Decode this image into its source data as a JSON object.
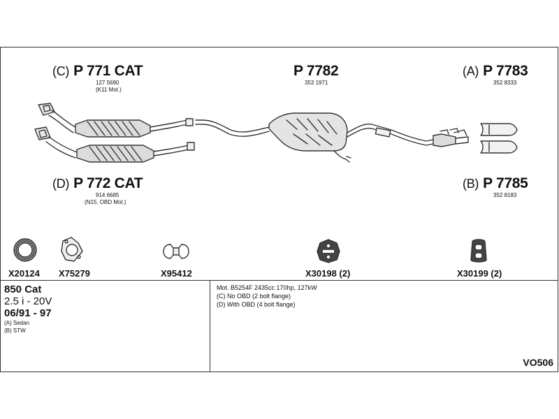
{
  "parts": {
    "p771": {
      "prefix": "(C)",
      "title": "P 771 CAT",
      "number": "127 5690",
      "note": "(K11 Mot.)"
    },
    "p7782": {
      "prefix": "",
      "title": "P 7782",
      "number": "353 1971"
    },
    "p7783": {
      "prefix": "(A)",
      "title": "P 7783",
      "number": "352 8333"
    },
    "p772": {
      "prefix": "(D)",
      "title": "P 772 CAT",
      "number": "914 6685",
      "note": "(N15, OBD Mot.)"
    },
    "p7785": {
      "prefix": "(B)",
      "title": "P 7785",
      "number": "352 8183"
    }
  },
  "accessories": [
    {
      "label": "X20124",
      "icon": "gasket-ring-icon"
    },
    {
      "label": "X75279",
      "icon": "flange-gasket-icon"
    },
    {
      "label": "X95412",
      "icon": "clamp-icon"
    },
    {
      "label": "X30198 (2)",
      "icon": "rubber-hanger-icon"
    },
    {
      "label": "X30199 (2)",
      "icon": "rubber-ring-hanger-icon"
    }
  ],
  "vehicle": {
    "model": "850 Cat",
    "engine": "2.5 i - 20V",
    "years": "06/91 - 97",
    "variant_a": "(A) Sedan",
    "variant_b": "(B) STW"
  },
  "notes": {
    "line1": "Mot. B5254F 2435cc 170hp, 127kW",
    "line2": "(C) No OBD (2 bolt flange)",
    "line3": "(D) With OBD (4 bolt flange)"
  },
  "diagram_code": "VO506"
}
